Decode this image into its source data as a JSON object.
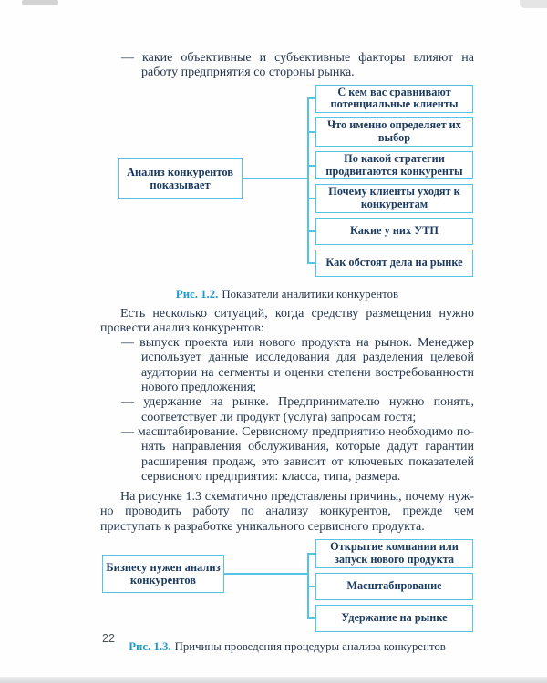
{
  "colors": {
    "box_border": "#54c3e6",
    "box_text": "#1b3a5f",
    "body_text": "#26374f",
    "caption_accent": "#2299cc"
  },
  "intro_item": "— какие объективные и субъективные факторы влияют на работу предприятия со стороны рынка.",
  "figure12": {
    "root": "Анализ конкурентов показывает",
    "items": [
      "С кем вас сравнивают потенциальные клиенты",
      "Что именно определяет их выбор",
      "По какой стратегии продвигаются конкуренты",
      "Почему клиенты уходят к конкурентам",
      "Какие у них УТП",
      "Как обстоят дела на рынке"
    ],
    "caption_label": "Рис. 1.2.",
    "caption_text": "Показатели аналитики конкурентов"
  },
  "paragraph1": "Есть несколько ситуаций, когда средству размещения нужно про­вести анализ конкурентов:",
  "situations": [
    "— выпуск проекта или нового продукта на рынок. Менеджер ис­пользует данные исследования для разделения целевой ауди­тории на сегменты и оценки степени востребованности нового предложения;",
    "— удержание на рынке. Предпринимателю нужно понять, соответ­ствует ли продукт (услуга) запросам гостя;",
    "— масштабирование. Сервисному предприятию необходимо по­нять направления обслуживания, которые дадут гарантии рас­ширения продаж, это зависит от ключевых показателей сервис­ного предприятия: класса, типа, размера."
  ],
  "paragraph2": "На рисунке 1.3 схематично представлены причины, почему нуж­но проводить работу по анализу конкурентов, прежде чем приступать к разработке уникального сервисного продукта.",
  "figure13": {
    "root": "Бизнесу нужен анализ конкурентов",
    "items": [
      "Открытие компании или запуск нового продукта",
      "Масштабирование",
      "Удержание на рынке"
    ],
    "caption_label": "Рис. 1.3.",
    "caption_text": "Причины проведения процедуры анализа конкурентов"
  },
  "page": {
    "number": "22"
  }
}
